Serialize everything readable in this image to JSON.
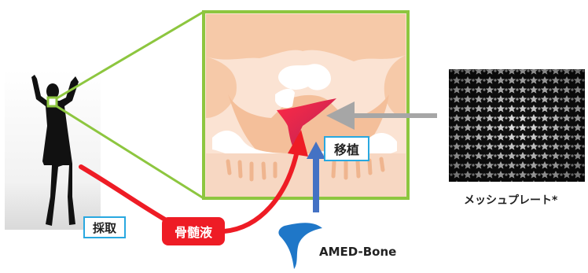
{
  "labels": {
    "harvest": "採取",
    "bone_marrow_fluid": "骨髄液",
    "transplant": "移植",
    "amed_bone": "AMED-Bone",
    "mesh_plate": "メッシュプレート*"
  },
  "colors": {
    "zoom_frame": "#8dc63f",
    "skull": "#f6c9a8",
    "red_arrow": "#ee1c25",
    "blue_arrow": "#4472c4",
    "gray_arrow": "#a6a6a6",
    "label_border": "#29a8e0",
    "amed_logo": "#1f77c8"
  },
  "icons": {
    "person": "person-silhouette-icon",
    "logo": "amed-bone-logo-icon",
    "mesh": "mesh-plate-image"
  }
}
